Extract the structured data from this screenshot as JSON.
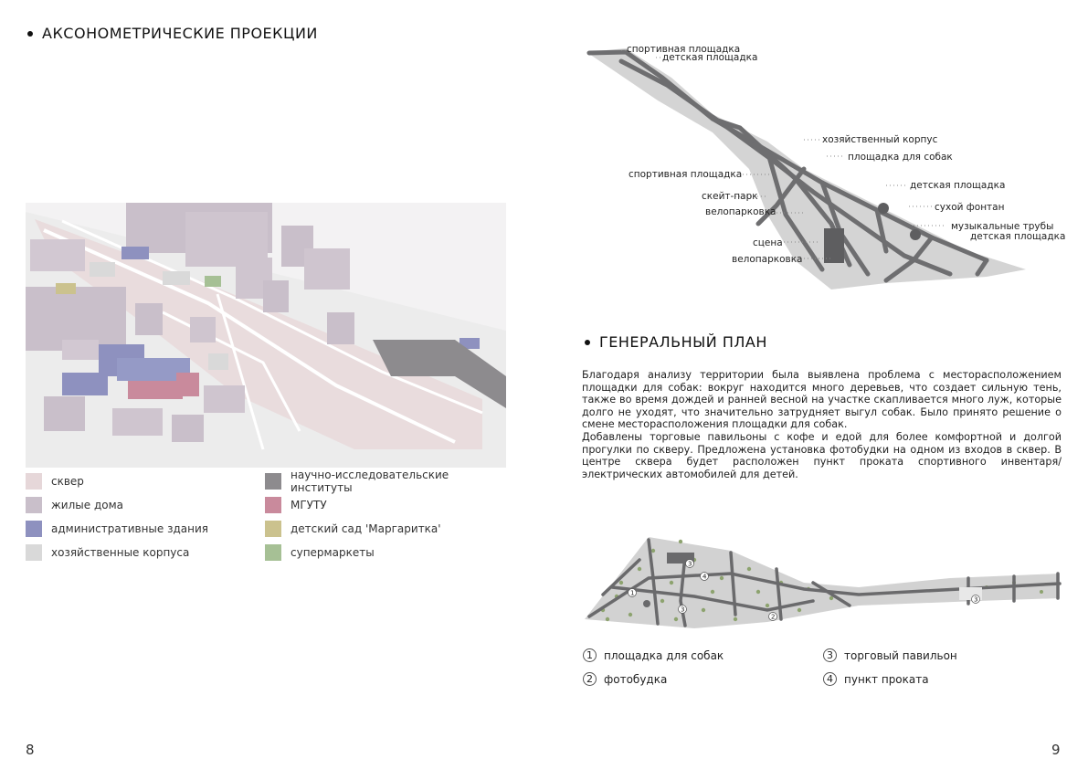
{
  "left_page": {
    "title": "АКСОНОМЕТРИЧЕСКИЕ ПРОЕКЦИИ",
    "page_number": "8",
    "legend": [
      {
        "label": "сквер",
        "color": "#e6d7d9"
      },
      {
        "label": "жилые дома",
        "color": "#c9bfca"
      },
      {
        "label": "административные здания",
        "color": "#8e91bf"
      },
      {
        "label": "хозяйственные корпуса",
        "color": "#d9d9d9"
      },
      {
        "label": "научно-исследовательские институты",
        "color": "#8d8b8e"
      },
      {
        "label": "МГУТУ",
        "color": "#c98a9c"
      },
      {
        "label": "детский сад 'Маргаритка'",
        "color": "#cbc28e"
      },
      {
        "label": "супермаркеты",
        "color": "#a6c095"
      }
    ]
  },
  "right_page": {
    "page_number": "9",
    "axon_labels": {
      "sport1": "спортивная площадка",
      "kids1": "детская площадка",
      "utility": "хозяйственный корпус",
      "dogs": "площадка для собак",
      "sport2": "спортивная площадка",
      "kids2": "детская площадка",
      "skate": "скейт-парк",
      "fountain": "сухой фонтан",
      "bike1": "велопарковка",
      "music": "музыкальные трубы",
      "kids3": "детская площадка",
      "stage": "сцена",
      "bike2": "велопарковка"
    },
    "general_plan": {
      "title": "ГЕНЕРАЛЬНЫЙ ПЛАН",
      "paragraph1": "Благодаря анализу территории была выявлена проблема с месторасположением площадки для собак: вокруг находится много деревьев, что создает сильную тень, также во время дождей и ранней весной на участке скапливается много луж, которые долго не уходят, что значительно затрудняет выгул собак. Было принято решение о смене месторасположения площадки для собак.",
      "paragraph2": "Добавлены торговые павильоны с кофе и едой для более комфортной и долгой прогулки по скверу. Предложена установка фотобудки на одном из входов в сквер. В центре сквера будет расположен пункт проката спортивного инвентаря/ электрических автомобилей для детей.",
      "legend": [
        {
          "num": "1",
          "label": "площадка для собак"
        },
        {
          "num": "2",
          "label": "фотобудка"
        },
        {
          "num": "3",
          "label": "торговый павильон"
        },
        {
          "num": "4",
          "label": "пункт проката"
        }
      ],
      "map_markers": [
        "1",
        "2",
        "3",
        "3",
        "3",
        "4"
      ]
    }
  }
}
